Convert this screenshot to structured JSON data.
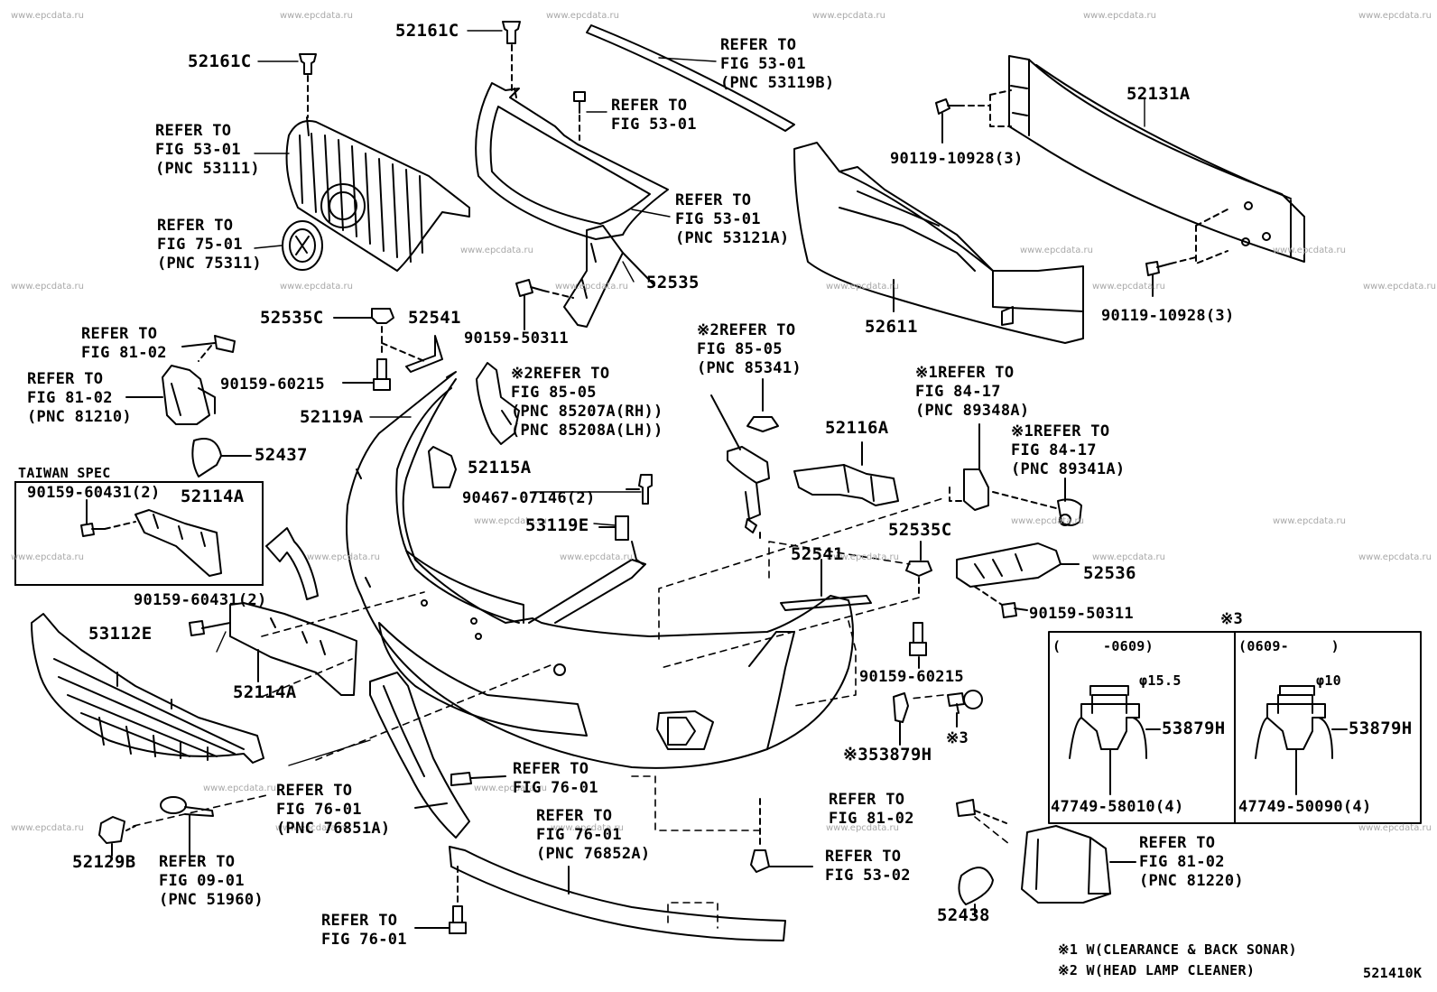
{
  "source_watermark": "www.epcdata.ru",
  "labels": {
    "p52161c_a": "52161C",
    "p52161c_b": "52161C",
    "ref_53119b": "REFER TO\nFIG 53-01\n(PNC 53119B)",
    "ref_fig5301_bolt": "REFER TO\nFIG 53-01",
    "p52131a": "52131A",
    "ref_53111": "REFER TO\nFIG 53-01\n(PNC 53111)",
    "p90119_a": "90119-10928(3)",
    "ref_53121a": "REFER TO\nFIG 53-01\n(PNC 53121A)",
    "ref_75311": "REFER TO\nFIG 75-01\n(PNC 75311)",
    "p52535": "52535",
    "p90119_b": "90119-10928(3)",
    "p52611": "52611",
    "p52535c_a": "52535C",
    "p52541_a": "52541",
    "p90159_50311_a": "90159-50311",
    "ref_fig8102_a": "REFER TO\nFIG 81-02",
    "ref_85341": "※2REFER TO\nFIG 85-05\n(PNC 85341)",
    "ref_81210": "REFER TO\nFIG 81-02\n(PNC 81210)",
    "p90159_60215_a": "90159-60215",
    "ref_85207": "※2REFER TO\nFIG 85-05\n(PNC 85207A(RH))\n(PNC 85208A(LH))",
    "ref_89348a": "※1REFER TO\nFIG 84-17\n(PNC 89348A)",
    "p52119a": "52119A",
    "p52116a": "52116A",
    "ref_89341a": "※1REFER TO\nFIG 84-17\n(PNC 89341A)",
    "p52437": "52437",
    "p52115a": "52115A",
    "taiwan_spec": "TAIWAN SPEC",
    "p90159_60431_a": "90159-60431(2)",
    "p52114a_a": "52114A",
    "p90467": "90467-07146(2)",
    "p53119e": "53119E",
    "p52535c_b": "52535C",
    "p52541_b": "52541",
    "p52536": "52536",
    "p90159_60431_b": "90159-60431(2)",
    "p90159_50311_b": "90159-50311",
    "p53112e": "53112E",
    "note3": "※3",
    "range_a": "(     -0609)",
    "range_b": "(0609-     )",
    "dia_a": "φ15.5",
    "dia_b": "φ10",
    "p52114a_b": "52114A",
    "p90159_60215_b": "90159-60215",
    "p53879h_a": "53879H",
    "p53879h_b": "53879H",
    "note3_b": "※3",
    "p53879h_c": "※353879H",
    "p47749_58010": "47749-58010(4)",
    "p47749_50090": "47749-50090(4)",
    "ref_76851a": "REFER TO\nFIG 76-01\n(PNC 76851A)",
    "ref_fig7601_a": "REFER TO\nFIG 76-01",
    "ref_fig8102_b": "REFER TO\nFIG 81-02",
    "ref_76852a": "REFER TO\nFIG 76-01\n(PNC 76852A)",
    "p52129b": "52129B",
    "ref_51960": "REFER TO\nFIG 09-01\n(PNC 51960)",
    "ref_fig5302": "REFER TO\nFIG 53-02",
    "ref_81220": "REFER TO\nFIG 81-02\n(PNC 81220)",
    "p52438": "52438",
    "ref_fig7601_b": "REFER TO\nFIG 76-01",
    "footnote1": "※1 W(CLEARANCE & BACK SONAR)",
    "footnote2": "※2 W(HEAD LAMP CLEANER)",
    "diagram_code": "521410K"
  }
}
